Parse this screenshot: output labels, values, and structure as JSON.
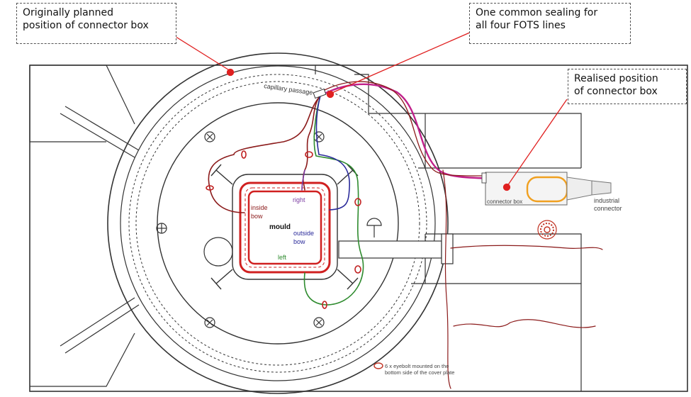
{
  "callouts": {
    "planned": {
      "line1": "Originally planned",
      "line2": "position of connector box"
    },
    "sealing": {
      "line1": "One common sealing for",
      "line2": "all four FOTS lines"
    },
    "realised": {
      "line1": "Realised position",
      "line2": "of connector box"
    }
  },
  "labels": {
    "capillary": "capillary passage",
    "right": "right",
    "inside1": "inside",
    "inside2": "bow",
    "mould": "mould",
    "outside1": "outside",
    "outside2": "bow",
    "left": "left",
    "connector_box": "connector box",
    "industrial1": "industrial",
    "industrial2": "connector",
    "eyebolt1": "6 x eyebolt mounted on the",
    "eyebolt2": "bottom side of the cover plate"
  },
  "colors": {
    "outline": "#333333",
    "fiber_brown": "#8b1a1a",
    "fiber_magenta": "#c0208a",
    "fiber_green": "#2e8b2e",
    "fiber_blue": "#2a2a9a",
    "fiber_purple": "#7a3aa0",
    "mould_red": "#d02020",
    "callout_line": "#e02020",
    "highlight_orange": "#f0a020"
  }
}
